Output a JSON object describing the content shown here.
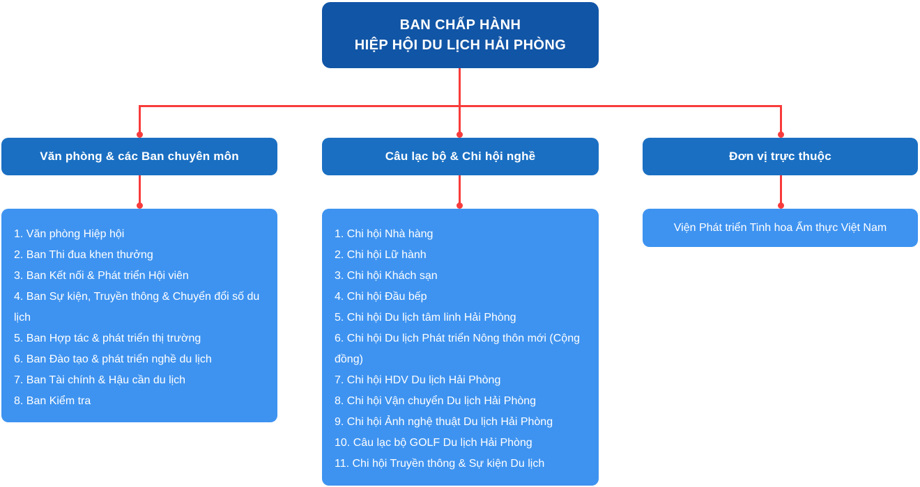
{
  "colors": {
    "root_box": "#1155a6",
    "level2_box": "#1a6fc2",
    "list_box": "#3e93f0",
    "connector": "#f93b3b",
    "text": "#ffffff",
    "background": "#ffffff"
  },
  "chart": {
    "type": "org-chart",
    "root": {
      "line1": "BAN CHẤP HÀNH",
      "line2": "HIỆP HỘI DU LỊCH HẢI PHÒNG"
    },
    "branches": [
      {
        "header": "Văn phòng & các Ban chuyên môn",
        "items": [
          "1. Văn phòng Hiệp hội",
          "2. Ban Thi đua khen thưởng",
          "3. Ban Kết nối & Phát triển Hội viên",
          "4. Ban Sự kiện, Truyền thông & Chuyển đổi số du lịch",
          "5. Ban Hợp tác & phát triển thị trường",
          "6. Ban Đào tạo & phát triển nghề du lịch",
          "7. Ban Tài chính & Hậu cần du lịch",
          "8. Ban Kiểm tra"
        ]
      },
      {
        "header": "Câu lạc bộ & Chi hội nghề",
        "items": [
          "1. Chi hội Nhà hàng",
          "2. Chi hội Lữ hành",
          "3. Chi hội Khách sạn",
          "4. Chi hội Đầu bếp",
          "5. Chi hội Du lịch tâm linh Hải Phòng",
          "6. Chi hội Du lịch Phát triển Nông thôn mới (Cộng đồng)",
          "7. Chi hội HDV Du lịch Hải Phòng",
          "8. Chi hội Vận chuyển Du lịch Hải Phòng",
          "9. Chi hội Ảnh nghệ thuật Du lịch Hải Phòng",
          "10. Câu lạc bộ GOLF Du lịch Hải Phòng",
          "11. Chi hội Truyền thông & Sự kiện Du lịch"
        ]
      },
      {
        "header": "Đơn vị trực thuộc",
        "items": [
          "Viện Phát triển Tinh hoa Ẩm thực Việt Nam"
        ]
      }
    ]
  }
}
